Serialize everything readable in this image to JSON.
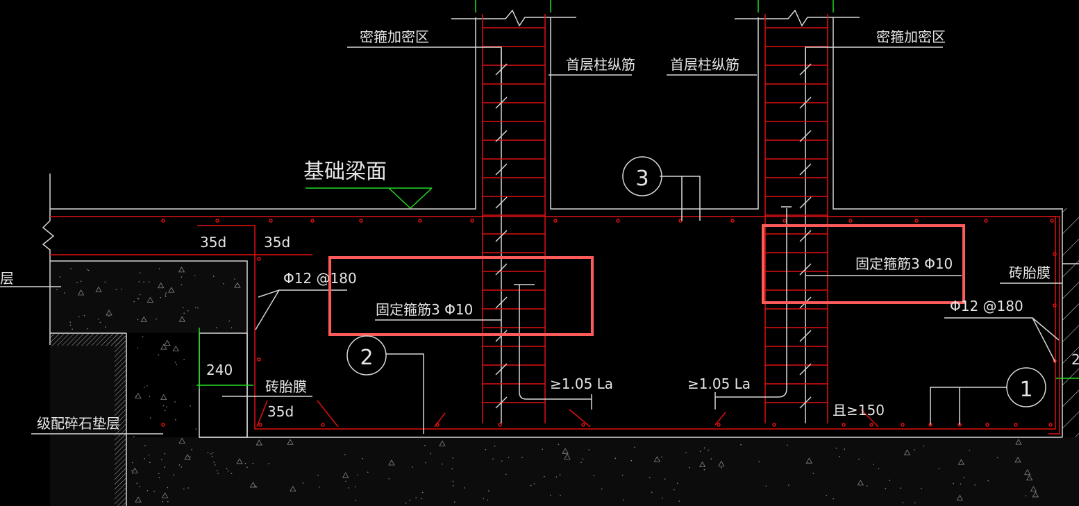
{
  "drawing": {
    "labels": {
      "dense_zone_left": "密箍加密区",
      "dense_zone_right": "密箍加密区",
      "first_floor_column_bar_left": "首层柱纵筋",
      "first_floor_column_bar_right": "首层柱纵筋",
      "beam_top": "基础梁面",
      "anchor_35d_top_left": "35d",
      "anchor_35d_top_right": "35d",
      "anchor_35d_bottom": "35d",
      "layer_cut": "层",
      "rebar_left": "Φ12 @180",
      "rebar_right": "Φ12 @180",
      "fixed_stirrup_left": "固定箍筋3 Φ10",
      "fixed_stirrup_right": "固定箍筋3 Φ10",
      "wall_thickness": "240",
      "brick_formwork_left": "砖胎膜",
      "brick_formwork_right": "砖胎膜",
      "gravel_cushion": "级配碎石垫层",
      "lap_left": "≥1.05 La",
      "lap_right": "≥1.05 La",
      "min_150": "且≥150",
      "right_edge_cut": "2"
    },
    "callouts": [
      "1",
      "2",
      "3"
    ],
    "colors": {
      "background": "#000000",
      "line": "#d8d8d8",
      "rebar": "#e01010",
      "highlight": "#ff5b5b",
      "level_marker": "#22dd22"
    }
  }
}
